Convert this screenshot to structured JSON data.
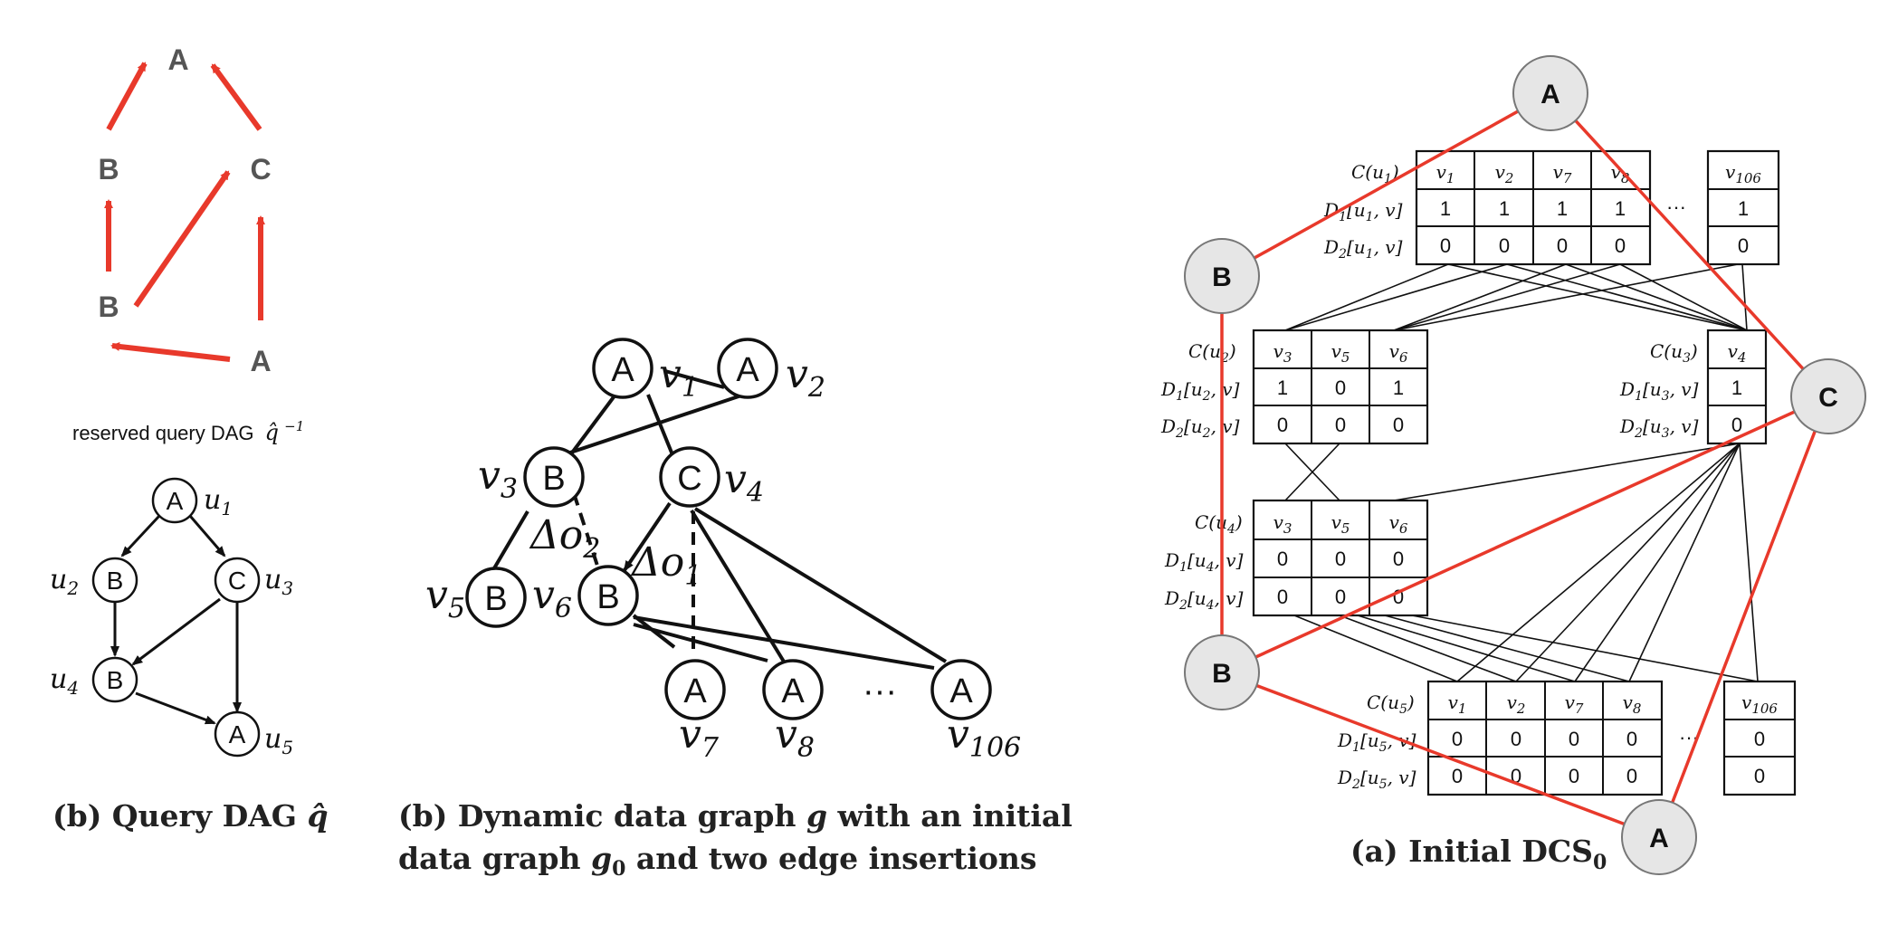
{
  "reserved_dag": {
    "caption": "reserved query DAG",
    "caption_math": "q̂",
    "caption_sup": "−1",
    "nodes": {
      "top": "A",
      "b_mid": "B",
      "c": "C",
      "b_low": "B",
      "a_low": "A"
    }
  },
  "query_dag": {
    "caption_prefix": "(b) Query DAG ",
    "caption_math": "q̂",
    "nodes": [
      {
        "label": "A",
        "var": "u",
        "sub": "1"
      },
      {
        "label": "B",
        "var": "u",
        "sub": "2"
      },
      {
        "label": "C",
        "var": "u",
        "sub": "3"
      },
      {
        "label": "B",
        "var": "u",
        "sub": "4"
      },
      {
        "label": "A",
        "var": "u",
        "sub": "5"
      }
    ]
  },
  "data_graph": {
    "caption_line1_a": "(b) Dynamic data graph ",
    "caption_line1_g": "g",
    "caption_line1_b": " with an initial",
    "caption_line2_a": "data graph ",
    "caption_line2_g": "g",
    "caption_line2_sub": "0",
    "caption_line2_b": " and two edge insertions",
    "nodes": [
      {
        "label": "A",
        "var": "v",
        "sub": "1"
      },
      {
        "label": "A",
        "var": "v",
        "sub": "2"
      },
      {
        "label": "B",
        "var": "v",
        "sub": "3"
      },
      {
        "label": "C",
        "var": "v",
        "sub": "4"
      },
      {
        "label": "B",
        "var": "v",
        "sub": "5"
      },
      {
        "label": "B",
        "var": "v",
        "sub": "6"
      },
      {
        "label": "A",
        "var": "v",
        "sub": "7"
      },
      {
        "label": "A",
        "var": "v",
        "sub": "8"
      },
      {
        "label": "A",
        "var": "v",
        "sub": "106"
      }
    ],
    "ellipsis": "···",
    "delta1": {
      "var": "Δo",
      "sub": "1"
    },
    "delta2": {
      "var": "Δo",
      "sub": "2"
    }
  },
  "dcs": {
    "caption_prefix": "(a) Initial DCS",
    "caption_sub": "0",
    "nodes": {
      "a_top": "A",
      "b_left": "B",
      "c_right": "C",
      "b_low": "B",
      "a_bottom": "A"
    },
    "ellipsis": "···",
    "tables": [
      {
        "id": "u1",
        "c_label": "C(u",
        "u_sub": "1",
        "d1_label": "D",
        "d2_label": "D",
        "cols": [
          {
            "v": "v",
            "s": "1"
          },
          {
            "v": "v",
            "s": "2"
          },
          {
            "v": "v",
            "s": "7"
          },
          {
            "v": "v",
            "s": "8"
          },
          {
            "v": "v",
            "s": "106"
          }
        ],
        "d1": [
          "1",
          "1",
          "1",
          "1",
          "1"
        ],
        "d2": [
          "0",
          "0",
          "0",
          "0",
          "0"
        ]
      },
      {
        "id": "u2",
        "c_label": "C(u",
        "u_sub": "2",
        "cols": [
          {
            "v": "v",
            "s": "3"
          },
          {
            "v": "v",
            "s": "5"
          },
          {
            "v": "v",
            "s": "6"
          }
        ],
        "d1": [
          "1",
          "0",
          "1"
        ],
        "d2": [
          "0",
          "0",
          "0"
        ]
      },
      {
        "id": "u3",
        "c_label": "C(u",
        "u_sub": "3",
        "cols": [
          {
            "v": "v",
            "s": "4"
          }
        ],
        "d1": [
          "1"
        ],
        "d2": [
          "0"
        ]
      },
      {
        "id": "u4",
        "c_label": "C(u",
        "u_sub": "4",
        "cols": [
          {
            "v": "v",
            "s": "3"
          },
          {
            "v": "v",
            "s": "5"
          },
          {
            "v": "v",
            "s": "6"
          }
        ],
        "d1": [
          "0",
          "0",
          "0"
        ],
        "d2": [
          "0",
          "0",
          "0"
        ]
      },
      {
        "id": "u5",
        "c_label": "C(u",
        "u_sub": "5",
        "cols": [
          {
            "v": "v",
            "s": "1"
          },
          {
            "v": "v",
            "s": "2"
          },
          {
            "v": "v",
            "s": "7"
          },
          {
            "v": "v",
            "s": "8"
          },
          {
            "v": "v",
            "s": "106"
          }
        ],
        "d1": [
          "0",
          "0",
          "0",
          "0",
          "0"
        ],
        "d2": [
          "0",
          "0",
          "0",
          "0",
          "0"
        ]
      }
    ]
  },
  "colors": {
    "red": "#e8392b",
    "node_fill": "#e6e6e6",
    "gray_text": "#555555"
  }
}
